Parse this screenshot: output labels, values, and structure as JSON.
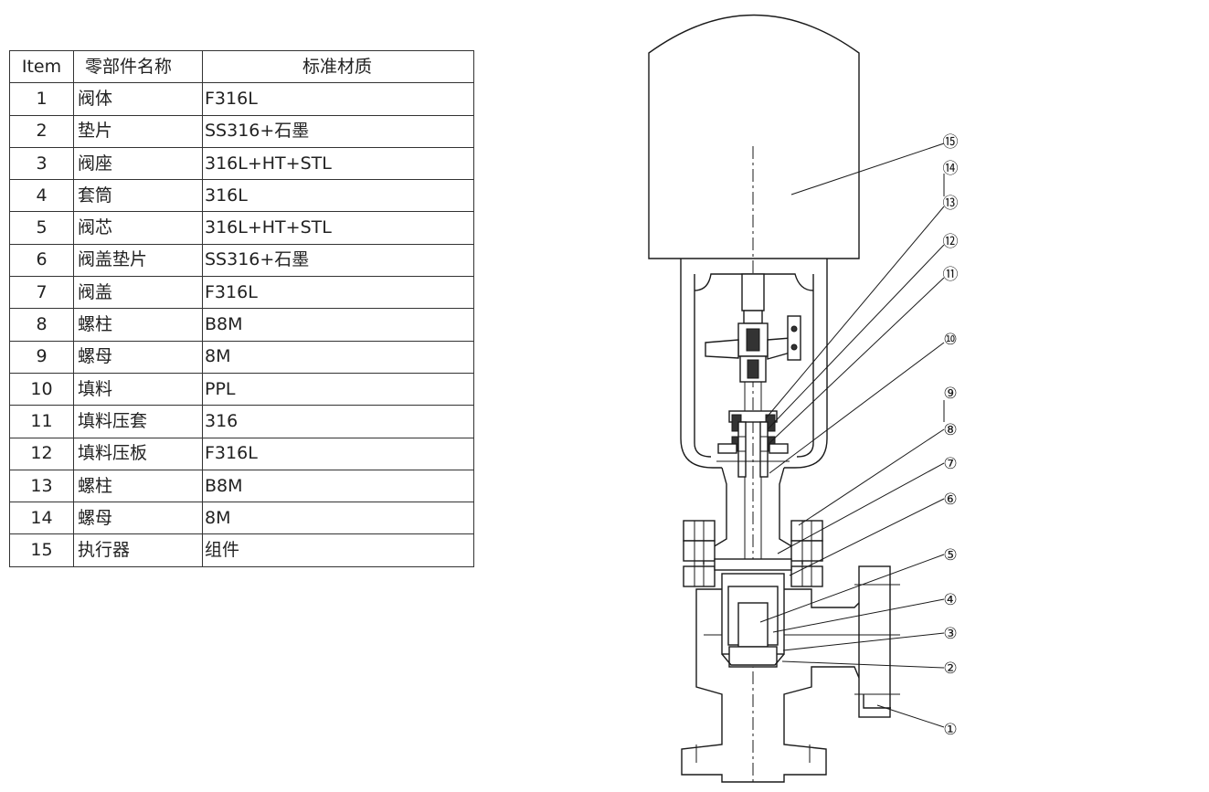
{
  "table": {
    "headers": [
      "Item",
      "零部件名称",
      "标准材质"
    ],
    "rows": [
      {
        "item": "1",
        "name": "阀体",
        "material": "F316L"
      },
      {
        "item": "2",
        "name": "垫片",
        "material": "SS316+石墨"
      },
      {
        "item": "3",
        "name": "阀座",
        "material": "316L+HT+STL"
      },
      {
        "item": "4",
        "name": "套筒",
        "material": "316L"
      },
      {
        "item": "5",
        "name": "阀芯",
        "material": "316L+HT+STL"
      },
      {
        "item": "6",
        "name": "阀盖垫片",
        "material": "SS316+石墨"
      },
      {
        "item": "7",
        "name": "阀盖",
        "material": "F316L"
      },
      {
        "item": "8",
        "name": "螺柱",
        "material": "B8M"
      },
      {
        "item": "9",
        "name": "螺母",
        "material": "8M"
      },
      {
        "item": "10",
        "name": "填料",
        "material": "PPL"
      },
      {
        "item": "11",
        "name": "填料压套",
        "material": "316"
      },
      {
        "item": "12",
        "name": "填料压板",
        "material": "F316L"
      },
      {
        "item": "13",
        "name": "螺柱",
        "material": "B8M"
      },
      {
        "item": "14",
        "name": "螺母",
        "material": "8M"
      },
      {
        "item": "15",
        "name": "执行器",
        "material": "组件"
      }
    ]
  },
  "callouts": [
    "①",
    "②",
    "③",
    "④",
    "⑤",
    "⑥",
    "⑦",
    "⑧",
    "⑨",
    "⑩",
    "⑪",
    "⑫",
    "⑬",
    "⑭",
    "⑮"
  ]
}
